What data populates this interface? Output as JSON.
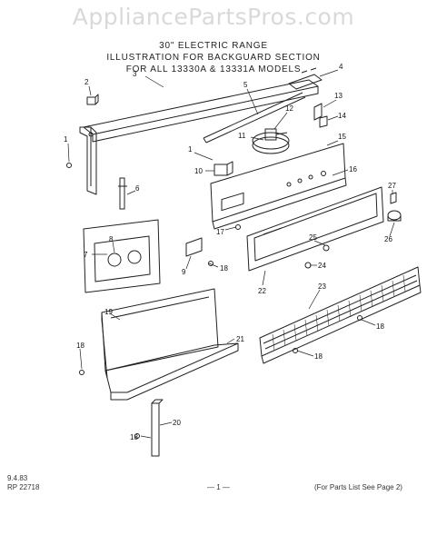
{
  "watermark": "AppliancePartsPros.com",
  "header": {
    "line1": "30\" ELECTRIC RANGE",
    "line2": "ILLUSTRATION FOR BACKGUARD SECTION",
    "line3": "FOR ALL 13330A & 13331A MODELS"
  },
  "callouts": {
    "c1": "1",
    "c1b": "1",
    "c2": "2",
    "c3": "3",
    "c4": "4",
    "c5": "5",
    "c6": "6",
    "c7": "7",
    "c8": "8",
    "c9": "9",
    "c10": "10",
    "c11": "11",
    "c12": "12",
    "c13": "13",
    "c14": "14",
    "c15": "15",
    "c16": "16",
    "c17": "17",
    "c18a": "18",
    "c18b": "18",
    "c18c": "18",
    "c18d": "18",
    "c18e": "18",
    "c19": "19",
    "c20": "20",
    "c21": "21",
    "c22": "22",
    "c23": "23",
    "c24": "24",
    "c25": "25",
    "c26": "26",
    "c27": "27"
  },
  "footer": {
    "date": "9.4.83",
    "code": "RP 22718",
    "page": "— 1 —",
    "note": "(For Parts List See Page 2)"
  }
}
